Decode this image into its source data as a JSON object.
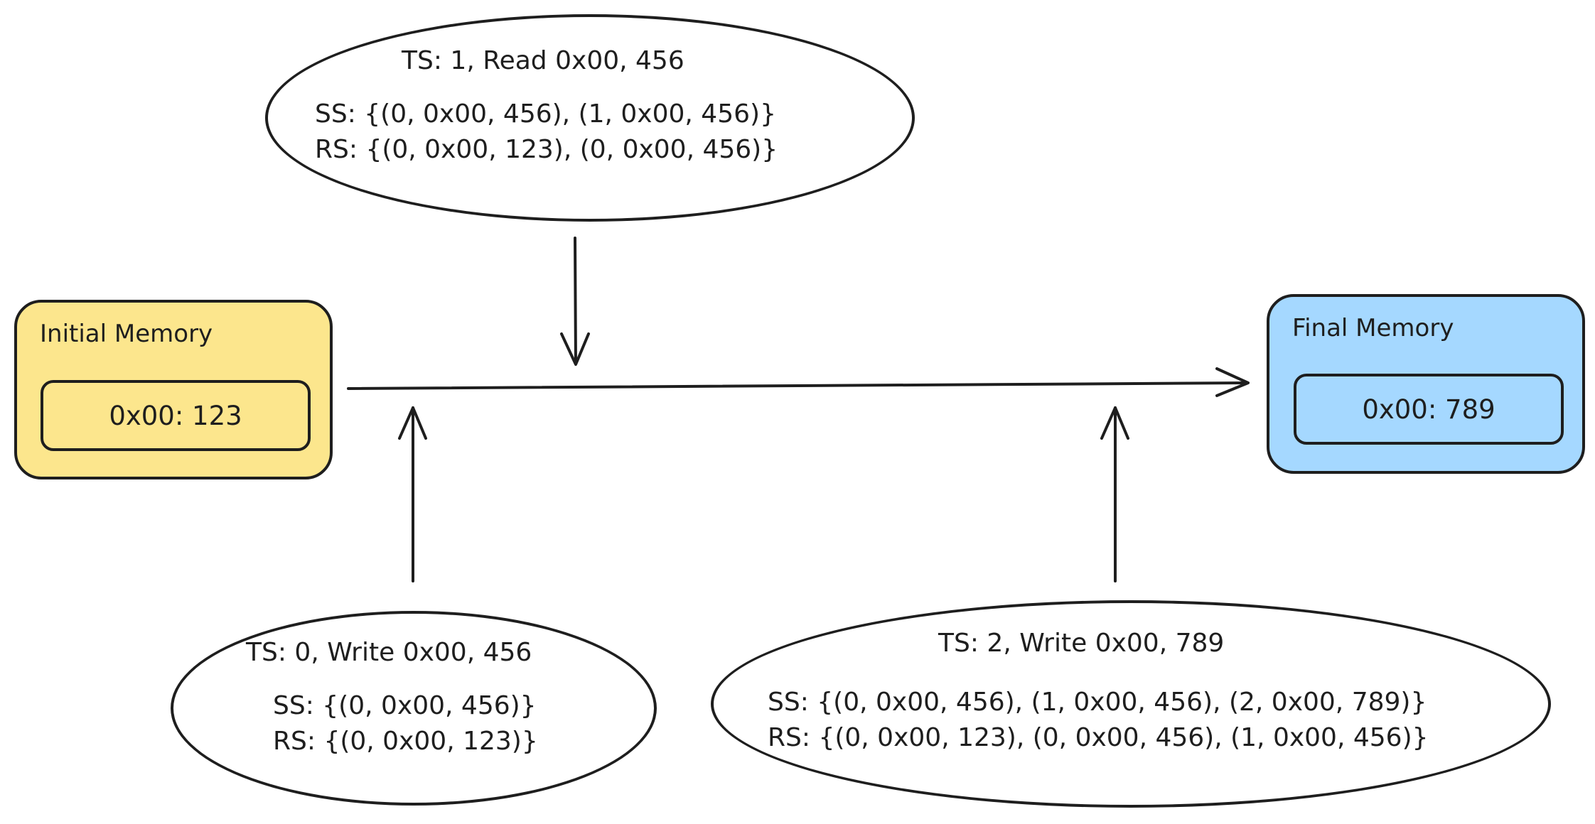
{
  "colors": {
    "stroke": "#1e1e1e",
    "initial_fill": "#fce68d",
    "final_fill": "#a5d8ff",
    "background": "#ffffff"
  },
  "initial_memory": {
    "title": "Initial Memory",
    "entry": "0x00: 123"
  },
  "final_memory": {
    "title": "Final Memory",
    "entry": "0x00: 789"
  },
  "events": {
    "read": {
      "header": "TS: 1, Read 0x00, 456",
      "ss": "SS: {(0, 0x00, 456), (1, 0x00, 456)}",
      "rs": "RS: {(0, 0x00, 123), (0, 0x00, 456)}"
    },
    "write0": {
      "header": "TS: 0, Write 0x00, 456",
      "ss": "SS: {(0, 0x00, 456)}",
      "rs": "RS: {(0, 0x00, 123)}"
    },
    "write2": {
      "header": "TS: 2, Write 0x00, 789",
      "ss": "SS: {(0, 0x00, 456), (1, 0x00, 456), (2, 0x00, 789)}",
      "rs": "RS: {(0, 0x00, 123), (0, 0x00, 456), (1, 0x00, 456)}"
    }
  }
}
